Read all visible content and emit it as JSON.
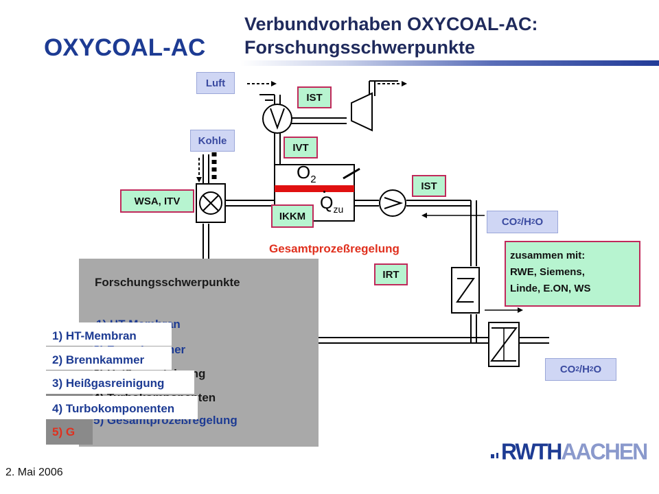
{
  "header": {
    "logo_text": "OXYCOAL-AC",
    "title_line1": "Verbundvorhaben OXYCOAL-AC:",
    "title_line2": "Forschungsschwerpunkte"
  },
  "labels": {
    "luft": "Luft",
    "kohle": "Kohle",
    "wsa_itv": "WSA, ITV",
    "ist_top": "IST",
    "ivt": "IVT",
    "ist_right": "IST",
    "ikkm": "IKKM",
    "irt": "IRT",
    "co2_upper": "CO",
    "co2_lower": "CO"
  },
  "diagram": {
    "o2": "O",
    "q": "Q",
    "q_sub": "zu"
  },
  "partner_box": {
    "line1": "zusammen mit:",
    "line2": "RWE, Siemens,",
    "line3": "Linde, E.ON, WS"
  },
  "overlay": {
    "heading": "Forschungsschwerpunkte"
  },
  "ghost": {
    "regelung": "Gesamtprozeßregelung",
    "membran": "1) HT-Membran",
    "kammer": "2) Brennkammer",
    "reinigung": "3) Heißgasreinigung",
    "turbo": "4) Turbokomponenten",
    "gesamt": "5) Gesamtprozeßregelung"
  },
  "list": [
    {
      "text": "1) HT-Membran",
      "color": "#1d3b93"
    },
    {
      "text": "2) Brennkammer",
      "color": "#1d3b93"
    },
    {
      "text": "3) Heißgasreinigung",
      "color": "#1d3b93"
    },
    {
      "text": "4) Turbokomponenten",
      "color": "#1d3b93"
    },
    {
      "text": "5) G",
      "color": "#e0301e"
    }
  ],
  "footer": {
    "date": "2. Mai 2006",
    "logo_rwth": "RWTH",
    "logo_aachen": "AACHEN"
  },
  "colors": {
    "brand_blue": "#1d3b93",
    "accent_red": "#e0301e",
    "membrane_red": "#e01010",
    "label_green": "#b7f4d0",
    "label_blue": "#cfd6f4"
  }
}
